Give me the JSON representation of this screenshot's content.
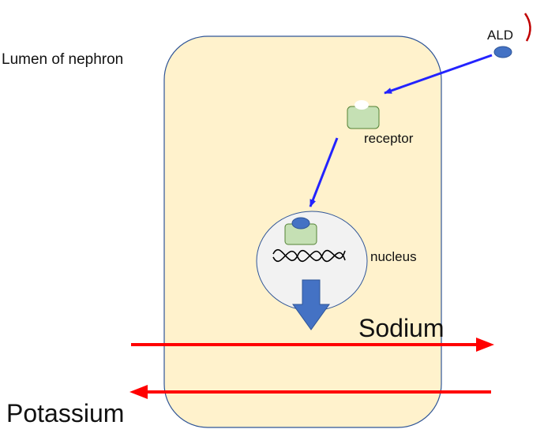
{
  "labels": {
    "lumen": "Lumen of nephron",
    "ald": "ALD",
    "receptor": "receptor",
    "nucleus": "nucleus",
    "sodium": "Sodium",
    "potassium": "Potassium"
  },
  "colors": {
    "cell_fill": "#fff2cc",
    "cell_stroke": "#2f5597",
    "ald_molecule": "#4472c4",
    "receptor_fill": "#c5e0b4",
    "receptor_stroke": "#548235",
    "nucleus_fill": "#f2f2f2",
    "nucleus_stroke": "#2f5597",
    "pathway_arrow": "#2323ff",
    "transcription_arrow": "#4472c4",
    "transport_arrow": "#ff0000",
    "dna": "#000000"
  },
  "icons": {
    "dna": "dna-helix-icon",
    "corner_mark": "red-arc-mark"
  }
}
